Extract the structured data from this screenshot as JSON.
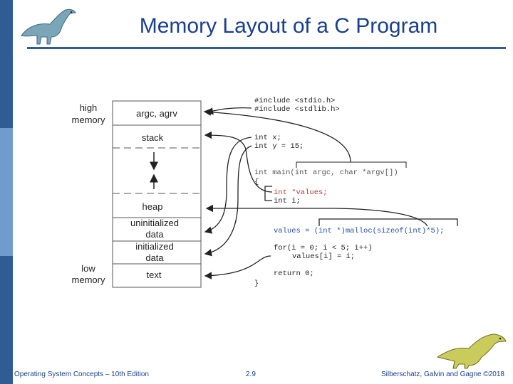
{
  "title": "Memory Layout of a C Program",
  "footer": {
    "left": "Operating System Concepts – 10th Edition",
    "center": "2.9",
    "right": "Silberschatz, Galvin and Gagne ©2018"
  },
  "memory": {
    "high_label": [
      "high",
      "memory"
    ],
    "low_label": [
      "low",
      "memory"
    ],
    "segments": [
      [
        "argc, agrv"
      ],
      [
        "stack"
      ],
      [
        "heap"
      ],
      [
        "uninitialized",
        "data"
      ],
      [
        "initialized",
        "data"
      ],
      [
        "text"
      ]
    ]
  },
  "code": {
    "lines": [
      "#include <stdio.h>",
      "#include <stdlib.h>",
      "int x;",
      "int y = 15;",
      "int main(int argc, char *argv[])",
      "{",
      "int *values;",
      "int i;",
      "values = (int *)malloc(sizeof(int)*5);",
      "for(i = 0; i < 5; i++)",
      "values[i] = i;",
      "return 0;",
      "}"
    ]
  },
  "icons": [
    "dinosaur-top-icon",
    "dinosaur-bottom-icon"
  ],
  "colors": {
    "stripe_dark": "#2f5d93",
    "stripe_light": "#6f9ccc",
    "title": "#1a3f8f",
    "highlight": "#c0392b",
    "code_blue": "#1f4fa8"
  }
}
